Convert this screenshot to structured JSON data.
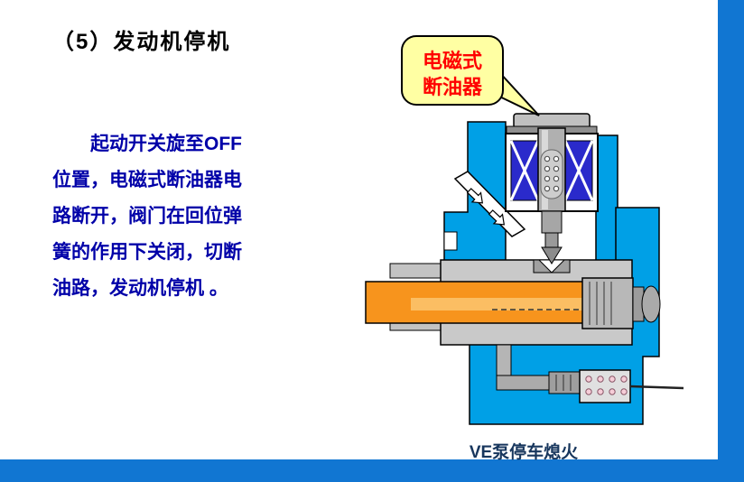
{
  "slide": {
    "title": "（5）发动机停机",
    "paragraph_lines": [
      "起动开关旋至OFF",
      "位置，电磁式断油器电",
      "路断开，阀门在回位弹",
      "簧的作用下关闭，切断",
      "油路，发动机停机 。"
    ],
    "callout": {
      "line1": "电磁式",
      "line2": "断油器"
    },
    "caption": "VE泵停车熄火"
  },
  "colors": {
    "title_text": "#000000",
    "body_text": "#0000A8",
    "caption_text": "#17365D",
    "frame_blue": "#1176D2",
    "housing_blue": "#00A0E6",
    "coil_navy": "#2A2ACB",
    "fuel_orange": "#F7941D",
    "fuel_orange_light": "#FBBE63",
    "metal_gray": "#C9C9C9",
    "callout_bg": "#FFFFA3",
    "callout_text": "#FF0000"
  }
}
